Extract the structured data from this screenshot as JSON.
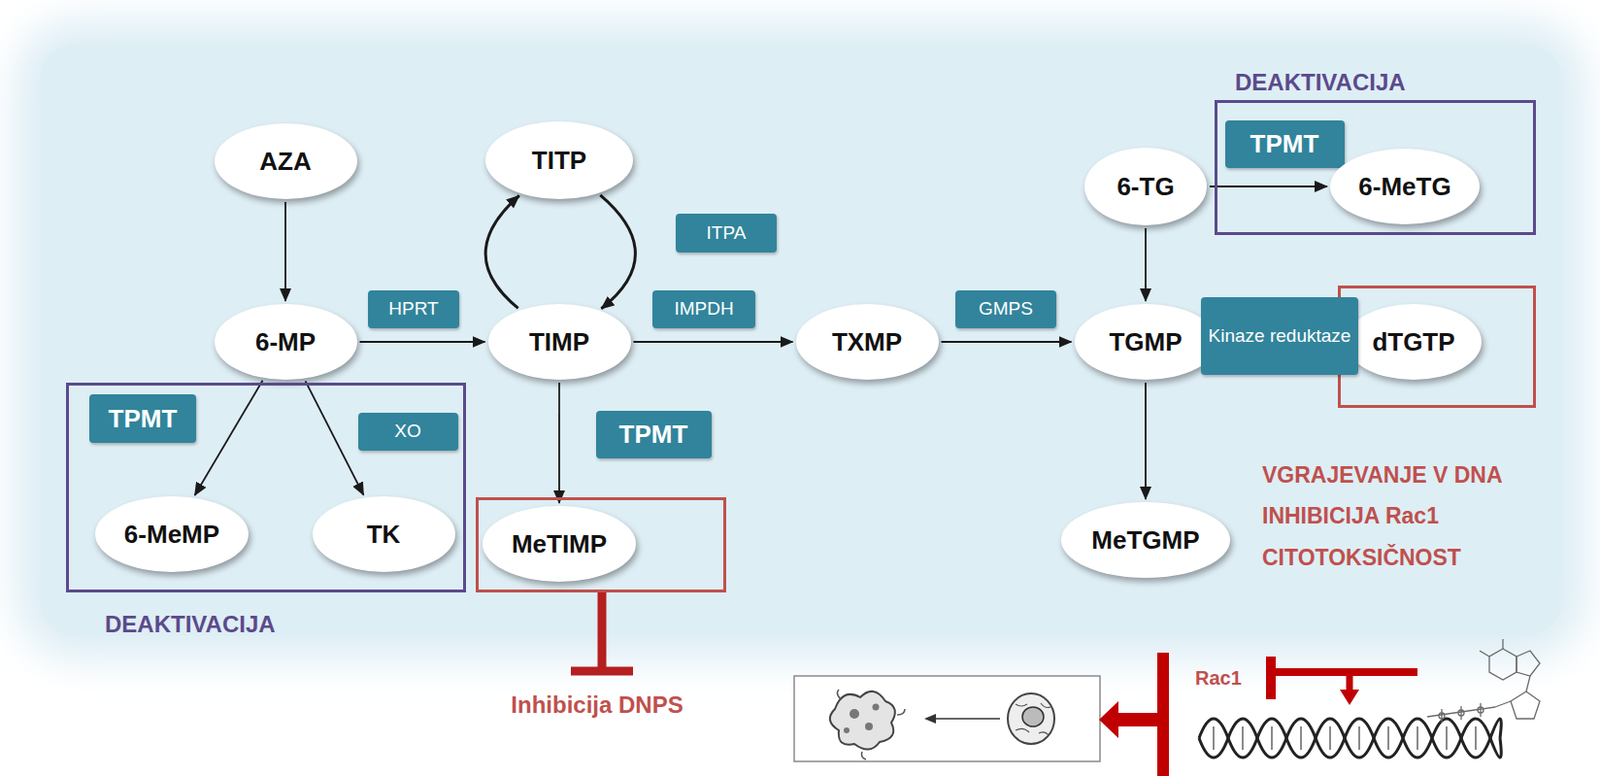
{
  "diagram": {
    "nodes": [
      {
        "text": [
          "AZA"
        ]
      },
      {
        "text": [
          "TITP"
        ]
      },
      {
        "text": [
          "ITPA"
        ]
      },
      {
        "text": [
          "DEAKTIVACIJA"
        ]
      },
      {
        "text": [
          "TPMT"
        ],
        "in": 3
      },
      {
        "text": [
          "6-TG"
        ]
      },
      {
        "text": [
          "6-MeTG"
        ],
        "in": 3
      },
      {
        "text": [
          "HPRT"
        ]
      },
      {
        "text": [
          "IMPDH"
        ]
      },
      {
        "text": [
          "GMPS"
        ]
      },
      {
        "text": [
          "6-MP"
        ]
      },
      {
        "text": [
          "TIMP"
        ]
      },
      {
        "text": [
          "TXMP"
        ]
      },
      {
        "text": [
          "TGMP"
        ]
      },
      {
        "text": []
      },
      {
        "text": [
          "Kinaze reduktaze"
        ]
      },
      {
        "text": [
          "dTGTP"
        ],
        "in": 14
      },
      {
        "text": [
          "DEAKTIVACIJA"
        ]
      },
      {
        "text": [
          "TPMT"
        ],
        "in": 17
      },
      {
        "text": [
          "XO"
        ],
        "in": 17
      },
      {
        "text": [
          "6-MeMP"
        ],
        "in": 17
      },
      {
        "text": [
          "TK"
        ],
        "in": 17
      },
      {
        "text": [
          "TPMT"
        ]
      },
      {
        "text": []
      },
      {
        "text": [
          "MeTIMP"
        ],
        "in": 23
      },
      {
        "text": [
          "MeTGMP"
        ]
      }
    ],
    "edges": [
      {
        "from": 0,
        "to": 10,
        "arrow": "to"
      },
      {
        "from": 10,
        "to": 11,
        "arrow": "to"
      },
      {
        "from": 11,
        "to": 1,
        "arrow": "to"
      },
      {
        "from": 1,
        "to": 11,
        "arrow": "to"
      },
      {
        "from": 11,
        "to": 12,
        "arrow": "to"
      },
      {
        "from": 12,
        "to": 13,
        "arrow": "to"
      },
      {
        "from": 5,
        "to": 6,
        "arrow": "to"
      },
      {
        "from": 5,
        "to": 13,
        "arrow": "to"
      },
      {
        "from": 13,
        "to": 16,
        "arrow": "to"
      },
      {
        "from": 13,
        "to": 25,
        "arrow": "to"
      },
      {
        "from": 10,
        "to": 20,
        "arrow": "to"
      },
      {
        "from": 10,
        "to": 21,
        "arrow": "to"
      },
      {
        "from": 11,
        "to": 24,
        "arrow": "to"
      }
    ],
    "labels": [
      "VGRAJEVANJE V DNA",
      "INHIBICIJA Rac1",
      "CITOTOKSIČNOST",
      "Inhibicija DNPS",
      "Rac1"
    ]
  }
}
